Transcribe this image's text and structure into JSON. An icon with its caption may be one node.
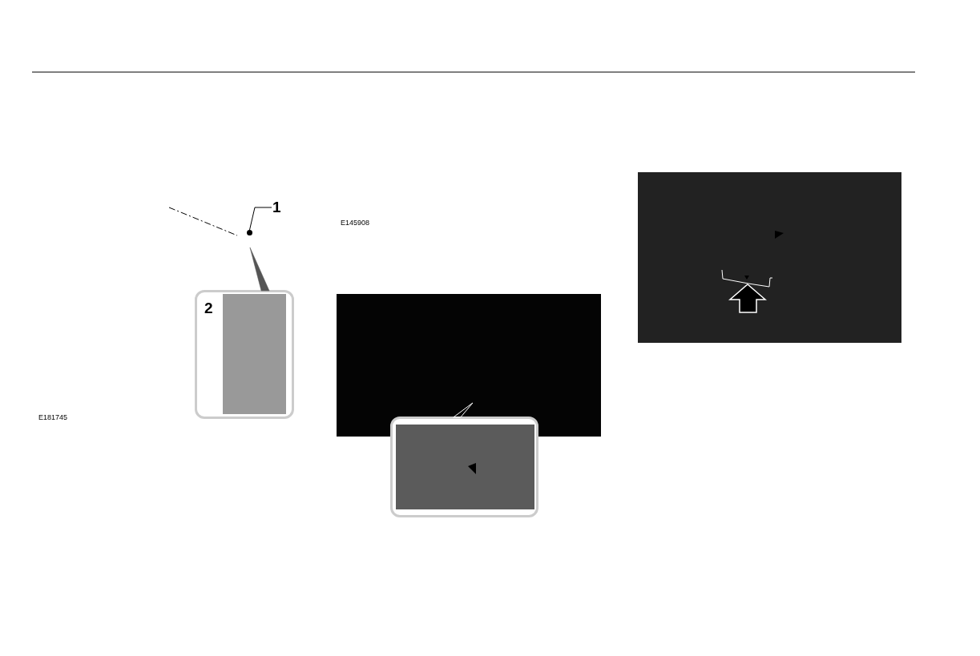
{
  "diagram": {
    "nodes": [
      {
        "text": [
          "1"
        ]
      },
      {
        "text": [],
        "shape": "circle"
      },
      {
        "text": [
          "2"
        ]
      },
      {
        "text": [],
        "shape": "box"
      },
      {
        "text": [],
        "shape": "box"
      }
    ],
    "edges": [
      {
        "from": 0,
        "to": 1,
        "arrow": "none"
      },
      {
        "from": 1,
        "to": 2,
        "arrow": "none"
      },
      {
        "from": 3,
        "to": 4,
        "arrow": "none"
      }
    ],
    "labels": [
      "E181745",
      "E145908"
    ]
  }
}
